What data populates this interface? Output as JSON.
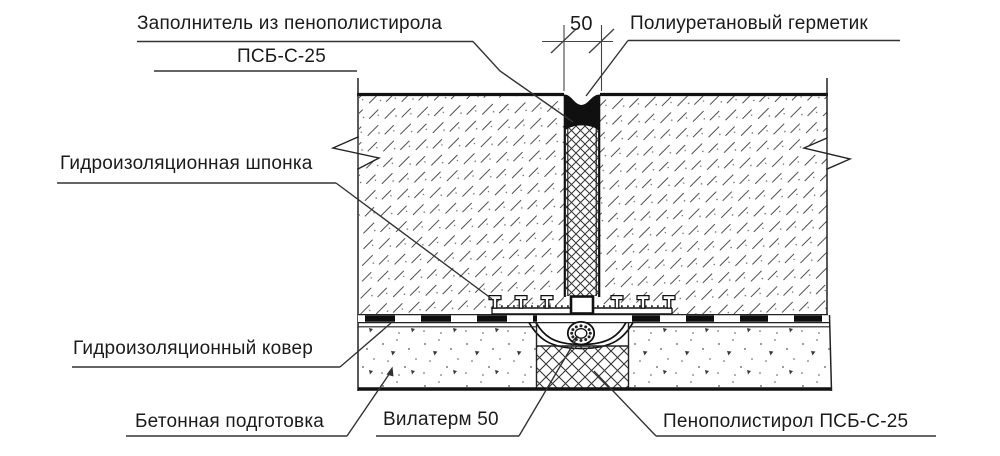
{
  "drawing": {
    "type": "construction-detail",
    "dimension": {
      "joint_width": "50"
    },
    "labels": {
      "filler": {
        "line1": "Заполнитель из пенополистирола",
        "line2": "ПСБ-С-25"
      },
      "sealant": "Полиуретановый герметик",
      "waterstop": "Гидроизоляционная шпонка",
      "carpet": "Гидроизоляционный ковер",
      "concrete_prep": "Бетонная подготовка",
      "vilaterm": "Вилатерм 50",
      "polystyrene": "Пенополистирол ПСБ-С-25"
    },
    "colors": {
      "line": "#222222",
      "hatch": "#4f4f4f",
      "sealant_fill": "#101010",
      "background": "#ffffff"
    }
  }
}
